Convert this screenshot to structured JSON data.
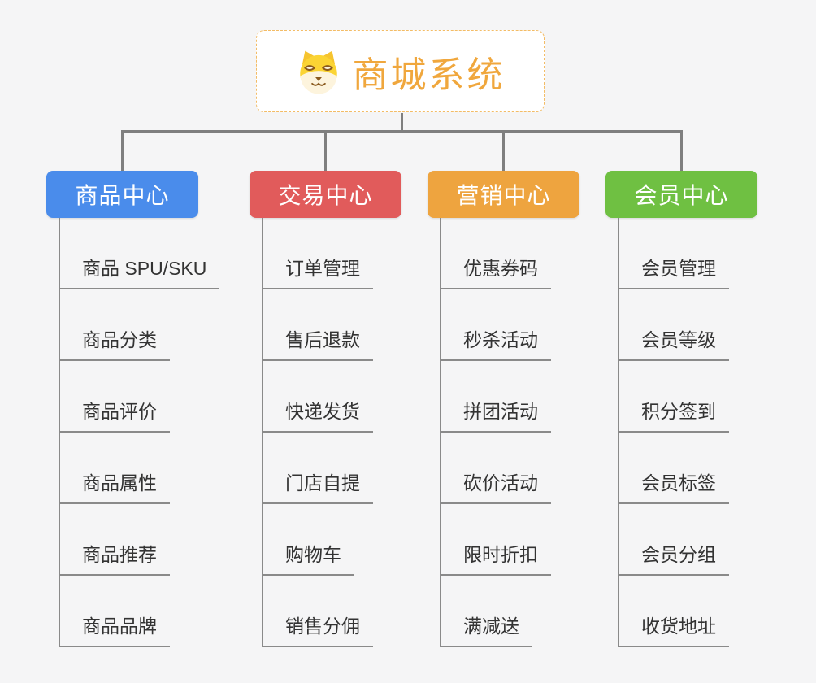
{
  "page": {
    "background_color": "#f5f5f6"
  },
  "root": {
    "title": "商城系统",
    "icon": "dog-logo-icon",
    "title_color": "#f0a73d",
    "border_color": "#f3bc66"
  },
  "connector_color": "#7f7f7f",
  "underline_color": "#8a8a8a",
  "branches": [
    {
      "label": "商品中心",
      "color": "#4a8ceb",
      "children": [
        "商品 SPU/SKU",
        "商品分类",
        "商品评价",
        "商品属性",
        "商品推荐",
        "商品品牌"
      ]
    },
    {
      "label": "交易中心",
      "color": "#e15b5b",
      "children": [
        "订单管理",
        "售后退款",
        "快递发货",
        "门店自提",
        "购物车",
        "销售分佣"
      ]
    },
    {
      "label": "营销中心",
      "color": "#eea43f",
      "children": [
        "优惠券码",
        "秒杀活动",
        "拼团活动",
        "砍价活动",
        "限时折扣",
        "满减送"
      ]
    },
    {
      "label": "会员中心",
      "color": "#6fc042",
      "children": [
        "会员管理",
        "会员等级",
        "积分签到",
        "会员标签",
        "会员分组",
        "收货地址"
      ]
    }
  ]
}
